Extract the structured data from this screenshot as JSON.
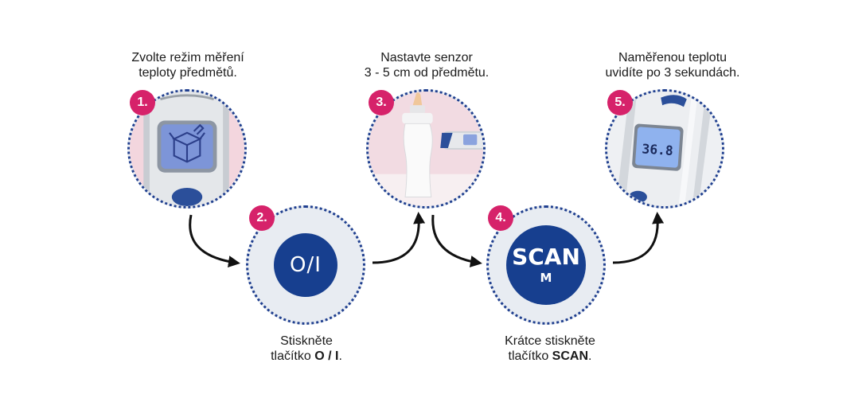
{
  "steps": [
    {
      "number": "1.",
      "caption_line1": "Zvolte režim měření",
      "caption_line2": "teploty předmětů."
    },
    {
      "number": "2.",
      "caption_line1": "Stiskněte",
      "caption_line2_prefix": "tlačítko ",
      "caption_line2_bold": "O / I",
      "caption_line2_suffix": ".",
      "button_label": "O/I"
    },
    {
      "number": "3.",
      "caption_line1": "Nastavte senzor",
      "caption_line2": "3 - 5 cm od předmětu."
    },
    {
      "number": "4.",
      "caption_line1": "Krátce stiskněte",
      "caption_line2_prefix": "tlačítko ",
      "caption_line2_bold": "SCAN",
      "caption_line2_suffix": ".",
      "button_label": "SCAN",
      "button_sublabel": "M"
    },
    {
      "number": "5.",
      "caption_line1": "Naměřenou teplotu",
      "caption_line2": "uvidíte po 3 sekundách.",
      "display_reading": "36.8"
    }
  ],
  "colors": {
    "badge": "#d6226a",
    "dots": "#1f3f8f",
    "button": "#173f8f",
    "arrow": "#111111"
  }
}
